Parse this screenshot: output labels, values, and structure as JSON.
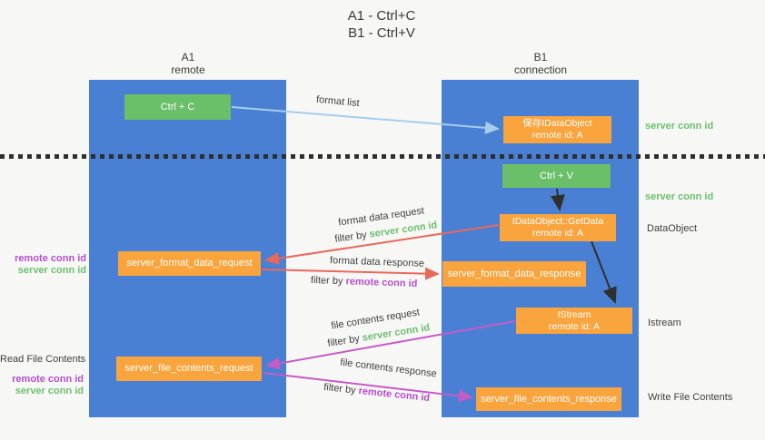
{
  "title": {
    "line1": "A1 - Ctrl+C",
    "line2": "B1 - Ctrl+V"
  },
  "lanes": {
    "left": {
      "name": "A1",
      "role": "remote"
    },
    "right": {
      "name": "B1",
      "role": "connection"
    }
  },
  "nodes": {
    "ctrl_c": "Ctrl + C",
    "ctrl_v": "Ctrl + V",
    "save_idataobject": {
      "line1": "保存IDataObject",
      "line2": "remote id: A"
    },
    "getdata": {
      "line1": "IDataObject::GetData",
      "line2": "remote id: A"
    },
    "istream": {
      "line1": "IStream",
      "line2": "remote id: A"
    },
    "format_request": "server_format_data_request",
    "format_response": "server_format_data_response",
    "file_request": "server_file_contents_request",
    "file_response": "server_file_contents_response"
  },
  "edge_labels": {
    "format_list": "format list",
    "format_data_request": "format data request",
    "format_data_response": "format data response",
    "file_contents_request": "file contents request",
    "file_contents_response": "file contents response",
    "filter_by": "filter by",
    "server_conn_id": "server conn id",
    "remote_conn_id": "remote conn id"
  },
  "side_labels": {
    "right_server_conn_id_1": "server conn id",
    "right_server_conn_id_2": "server conn id",
    "dataobject": "DataObject",
    "istream": "Istream",
    "write_file_contents": "Write File Contents",
    "read_file_contents": "Read File Contents",
    "left_remote_conn_id_1": "remote conn id",
    "left_server_conn_id_1": "server conn id",
    "left_remote_conn_id_2": "remote conn id",
    "left_server_conn_id_2": "server conn id"
  },
  "colors": {
    "bg": "#f7f7f6",
    "lane": "#4a80d4",
    "green": "#6abf69",
    "orange": "#f9a43c",
    "salmon": "#e8695a",
    "magenta": "#c55bc5",
    "lightblue": "#a6cdec",
    "greentext": "#6dbf6d",
    "purpletext": "#b64ecd",
    "dark": "#3f3f3f",
    "black": "#2f2f2f"
  }
}
